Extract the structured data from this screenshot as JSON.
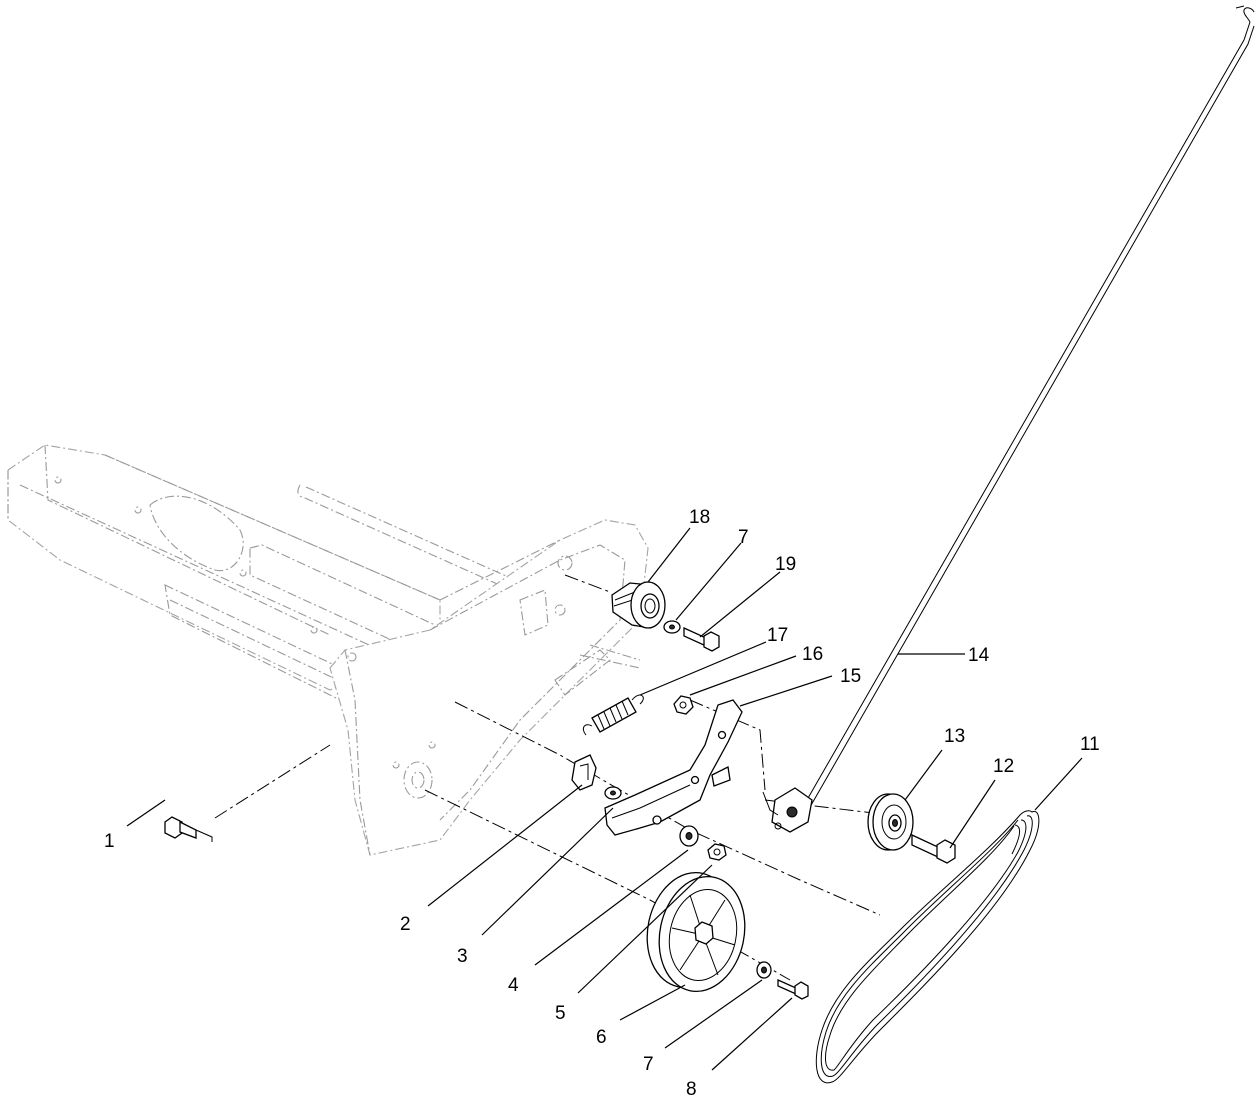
{
  "diagram": {
    "callouts": [
      {
        "id": "c1",
        "label": "1"
      },
      {
        "id": "c2",
        "label": "2"
      },
      {
        "id": "c3",
        "label": "3"
      },
      {
        "id": "c4",
        "label": "4"
      },
      {
        "id": "c5",
        "label": "5"
      },
      {
        "id": "c6",
        "label": "6"
      },
      {
        "id": "c7a",
        "label": "7"
      },
      {
        "id": "c7b",
        "label": "7"
      },
      {
        "id": "c8",
        "label": "8"
      },
      {
        "id": "c11",
        "label": "11"
      },
      {
        "id": "c12",
        "label": "12"
      },
      {
        "id": "c13",
        "label": "13"
      },
      {
        "id": "c14",
        "label": "14"
      },
      {
        "id": "c15",
        "label": "15"
      },
      {
        "id": "c16",
        "label": "16"
      },
      {
        "id": "c17",
        "label": "17"
      },
      {
        "id": "c18",
        "label": "18"
      },
      {
        "id": "c19",
        "label": "19"
      }
    ]
  }
}
